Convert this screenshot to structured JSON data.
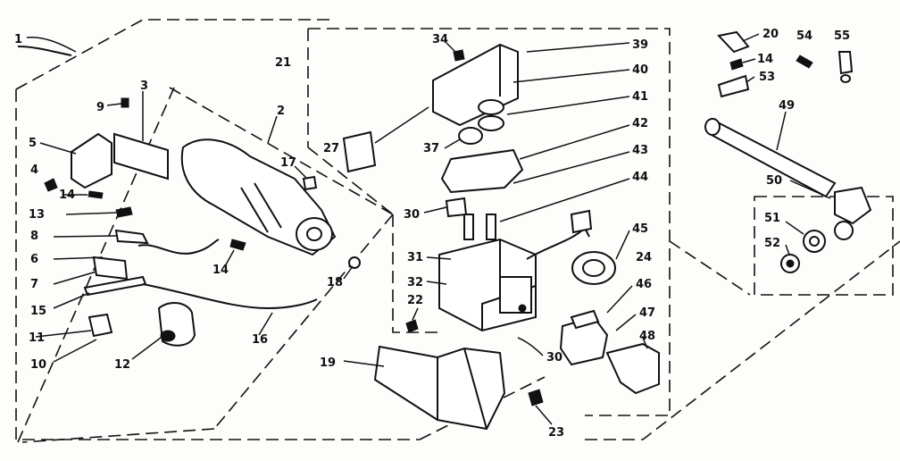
{
  "labels": {
    "l1": "1",
    "l2": "2",
    "l3": "3",
    "l4": "4",
    "l5": "5",
    "l6": "6",
    "l7": "7",
    "l8": "8",
    "l9": "9",
    "l10": "10",
    "l11": "11",
    "l12": "12",
    "l13": "13",
    "l14a": "14",
    "l14b": "14",
    "l14c": "14",
    "l15": "15",
    "l16": "16",
    "l17": "17",
    "l18": "18",
    "l19": "19",
    "l20": "20",
    "l21": "21",
    "l22": "22",
    "l23": "23",
    "l24": "24",
    "l27": "27",
    "l30a": "30",
    "l30b": "30",
    "l31": "31",
    "l32": "32",
    "l34": "34",
    "l37": "37",
    "l39": "39",
    "l40": "40",
    "l41": "41",
    "l42": "42",
    "l43": "43",
    "l44": "44",
    "l45": "45",
    "l46": "46",
    "l47": "47",
    "l48": "48",
    "l49": "49",
    "l50": "50",
    "l51": "51",
    "l52": "52",
    "l53": "53",
    "l54": "54",
    "l55": "55"
  },
  "colors": {
    "ink": "#111111",
    "paper": "#fdfdfb"
  }
}
